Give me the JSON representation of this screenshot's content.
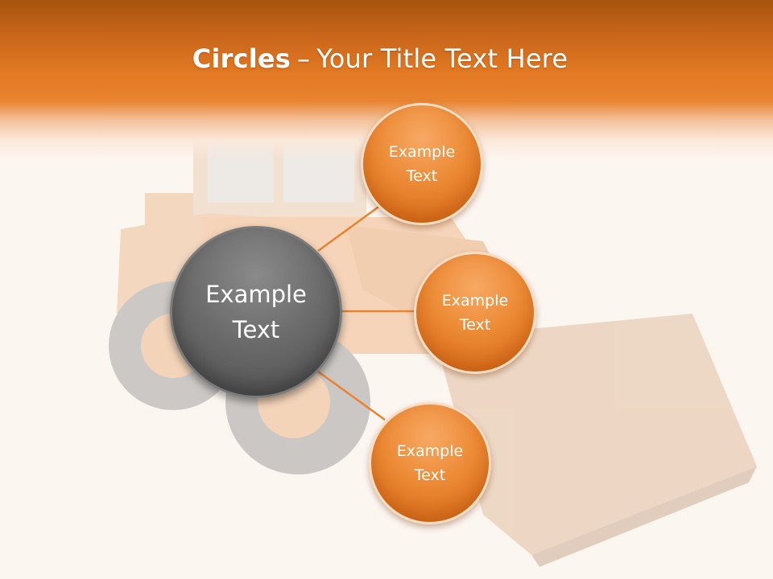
{
  "title": {
    "bold_part": "Circles",
    "separator": "–",
    "rest": "Your Title Text Here"
  },
  "center_node": {
    "label": "Example Text"
  },
  "nodes": [
    {
      "label": "Example Text"
    },
    {
      "label": "Example Text"
    },
    {
      "label": "Example Text"
    }
  ],
  "colors": {
    "accent": "#e8832f",
    "center_fill": "#606060",
    "connector": "#e8832f",
    "background": "#fcf6f1"
  },
  "background_image": "wheel-loader-photo"
}
